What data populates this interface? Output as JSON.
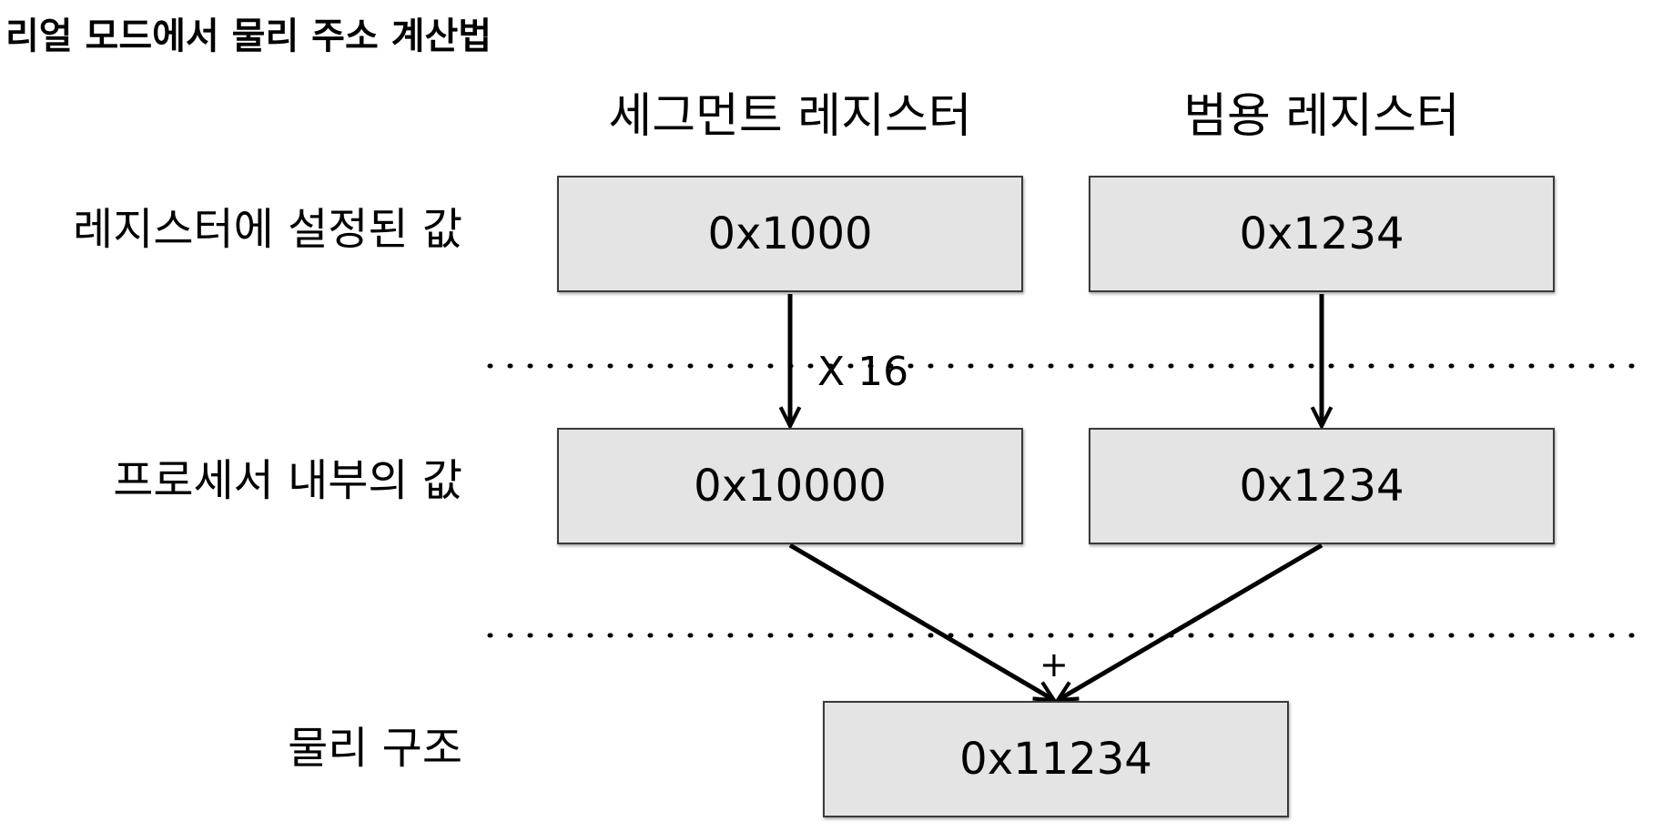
{
  "title": "리얼 모드에서 물리 주소 계산법",
  "columns": {
    "segment_register": "세그먼트 레지스터",
    "general_register": "범용 레지스터"
  },
  "rows": {
    "register_value": "레지스터에 설정된 값",
    "internal_value": "프로세서 내부의 값",
    "physical": "물리 구조"
  },
  "boxes": {
    "segment_register_value": "0x1000",
    "general_register_value": "0x1234",
    "segment_internal_value": "0x10000",
    "general_internal_value": "0x1234",
    "physical_address": "0x11234"
  },
  "operations": {
    "multiply": "X 16",
    "add": "+"
  },
  "colors": {
    "box_fill": "#e4e4e4",
    "box_border": "#3a3a3a",
    "line": "#000000"
  }
}
